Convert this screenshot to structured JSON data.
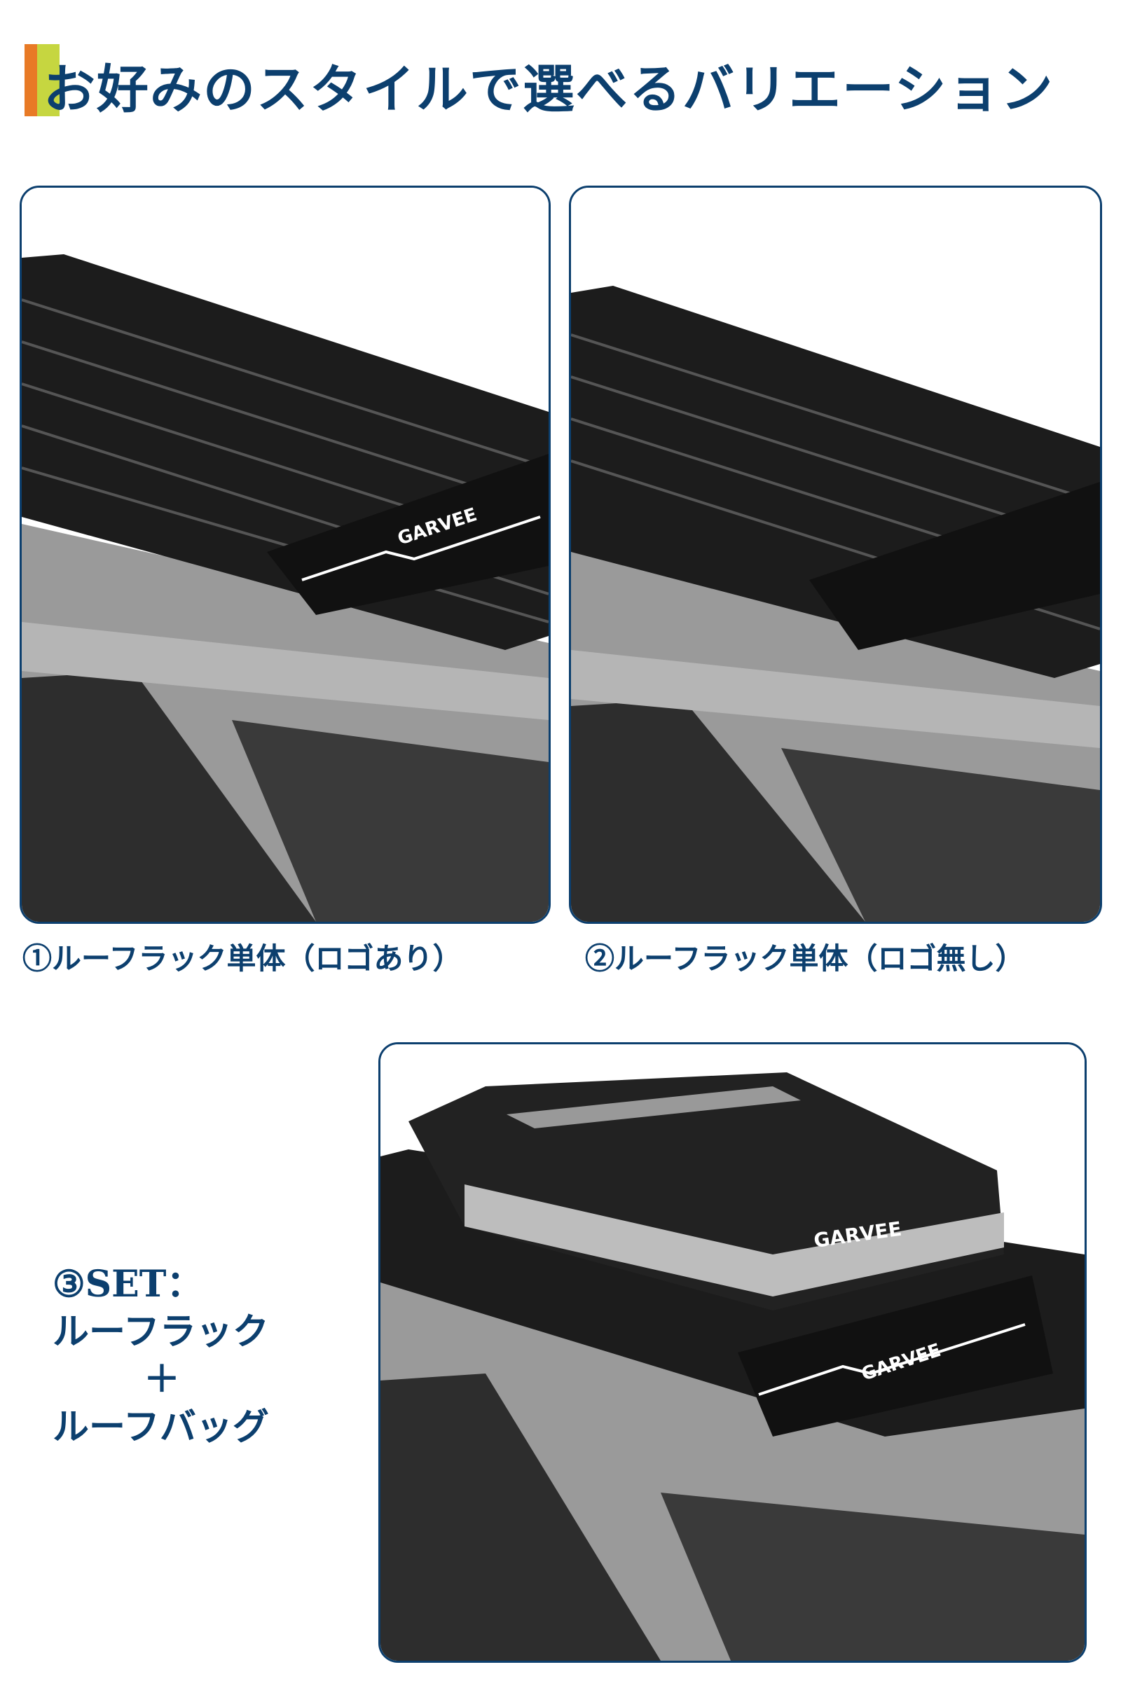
{
  "header": {
    "title": "お好みのスタイルで選べるバリエーション"
  },
  "variants": [
    {
      "label": "①ルーフラック単体（ロゴあり）",
      "logo": "GARVEE"
    },
    {
      "label": "②ルーフラック単体（ロゴ無し）"
    },
    {
      "label_line1": "③SET：",
      "label_line2": "ルーフラック",
      "label_line3": "＋",
      "label_line4": "ルーフバッグ",
      "logo_bag": "GARVEE",
      "logo_rack": "GARVEE"
    }
  ],
  "colors": {
    "navy": "#0c3f6e",
    "orange": "#e87a26",
    "lime": "#c6d640"
  }
}
